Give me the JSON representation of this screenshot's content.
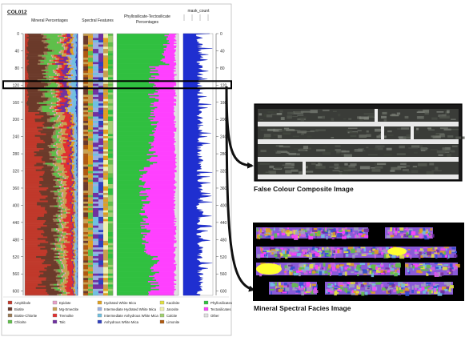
{
  "log_panel": {
    "hole_id": "COL012",
    "tracks": [
      {
        "id": "mineral",
        "label": "Mineral Percentages"
      },
      {
        "id": "spectral",
        "label": "Spectral Features"
      },
      {
        "id": "phyllo",
        "label_line1": "Phyllosilicate-Tectosilicate",
        "label_line2": "Percentages"
      },
      {
        "id": "mask",
        "label": "mask_count"
      }
    ],
    "depth_ticks": [
      "0",
      "40",
      "80",
      "120",
      "160",
      "200",
      "240",
      "280",
      "320",
      "360",
      "400",
      "440",
      "480",
      "520",
      "560",
      "600"
    ],
    "depth_range": [
      0,
      610
    ],
    "highlight_depth": 120,
    "legend": [
      {
        "label": "Amphibole",
        "color": "#c0392b"
      },
      {
        "label": "Biotite",
        "color": "#6b3a2a"
      },
      {
        "label": "Biotite-Chlorite",
        "color": "#9b7b55"
      },
      {
        "label": "Chlorite",
        "color": "#5fbf4a"
      },
      {
        "label": "Epidote",
        "color": "#e8a0c8"
      },
      {
        "label": "Mg-Smectite",
        "color": "#c8a050"
      },
      {
        "label": "Tremolite",
        "color": "#e03030"
      },
      {
        "label": "Talc",
        "color": "#7030a0"
      },
      {
        "label": "Hydrated White Mica",
        "color": "#e0a020"
      },
      {
        "label": "Intermediate Hydrated White Mica",
        "color": "#9bb0e0"
      },
      {
        "label": "Intermediate Anhydrous White Mica",
        "color": "#70c0e0"
      },
      {
        "label": "Anhydrous White Mica",
        "color": "#3040c0"
      },
      {
        "label": "Kaolinite",
        "color": "#e0e040"
      },
      {
        "label": "Jarosite",
        "color": "#f0f0b0"
      },
      {
        "label": "Calcite",
        "color": "#a0d070"
      },
      {
        "label": "Limonite",
        "color": "#b05a10"
      },
      {
        "label": "Phyllosilicates",
        "color": "#30c040"
      },
      {
        "label": "Tectosilicates",
        "color": "#ff40ff"
      },
      {
        "label": "Other",
        "color": "#e0e0e0"
      }
    ]
  },
  "core_images": [
    {
      "id": "false-colour",
      "title": "False Colour Composite Image"
    },
    {
      "id": "mineral-facies",
      "title": "Mineral Spectral Facies Image"
    }
  ]
}
